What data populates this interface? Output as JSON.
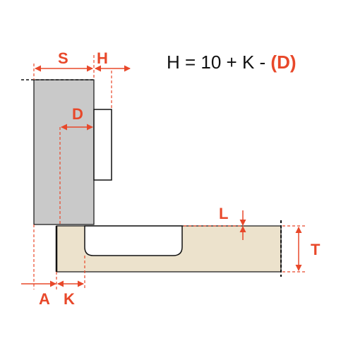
{
  "diagram": {
    "formula": {
      "main": "H = 10 + K - ",
      "accent_part": "(D)"
    },
    "labels": {
      "S": "S",
      "H": "H",
      "D": "D",
      "L": "L",
      "T": "T",
      "A": "A",
      "K": "K"
    },
    "colors": {
      "dimension": "#e8482a",
      "door_fill": "#c9c9c9",
      "panel_fill": "#ece2cc",
      "outline": "#111111",
      "text": "#111111"
    }
  }
}
